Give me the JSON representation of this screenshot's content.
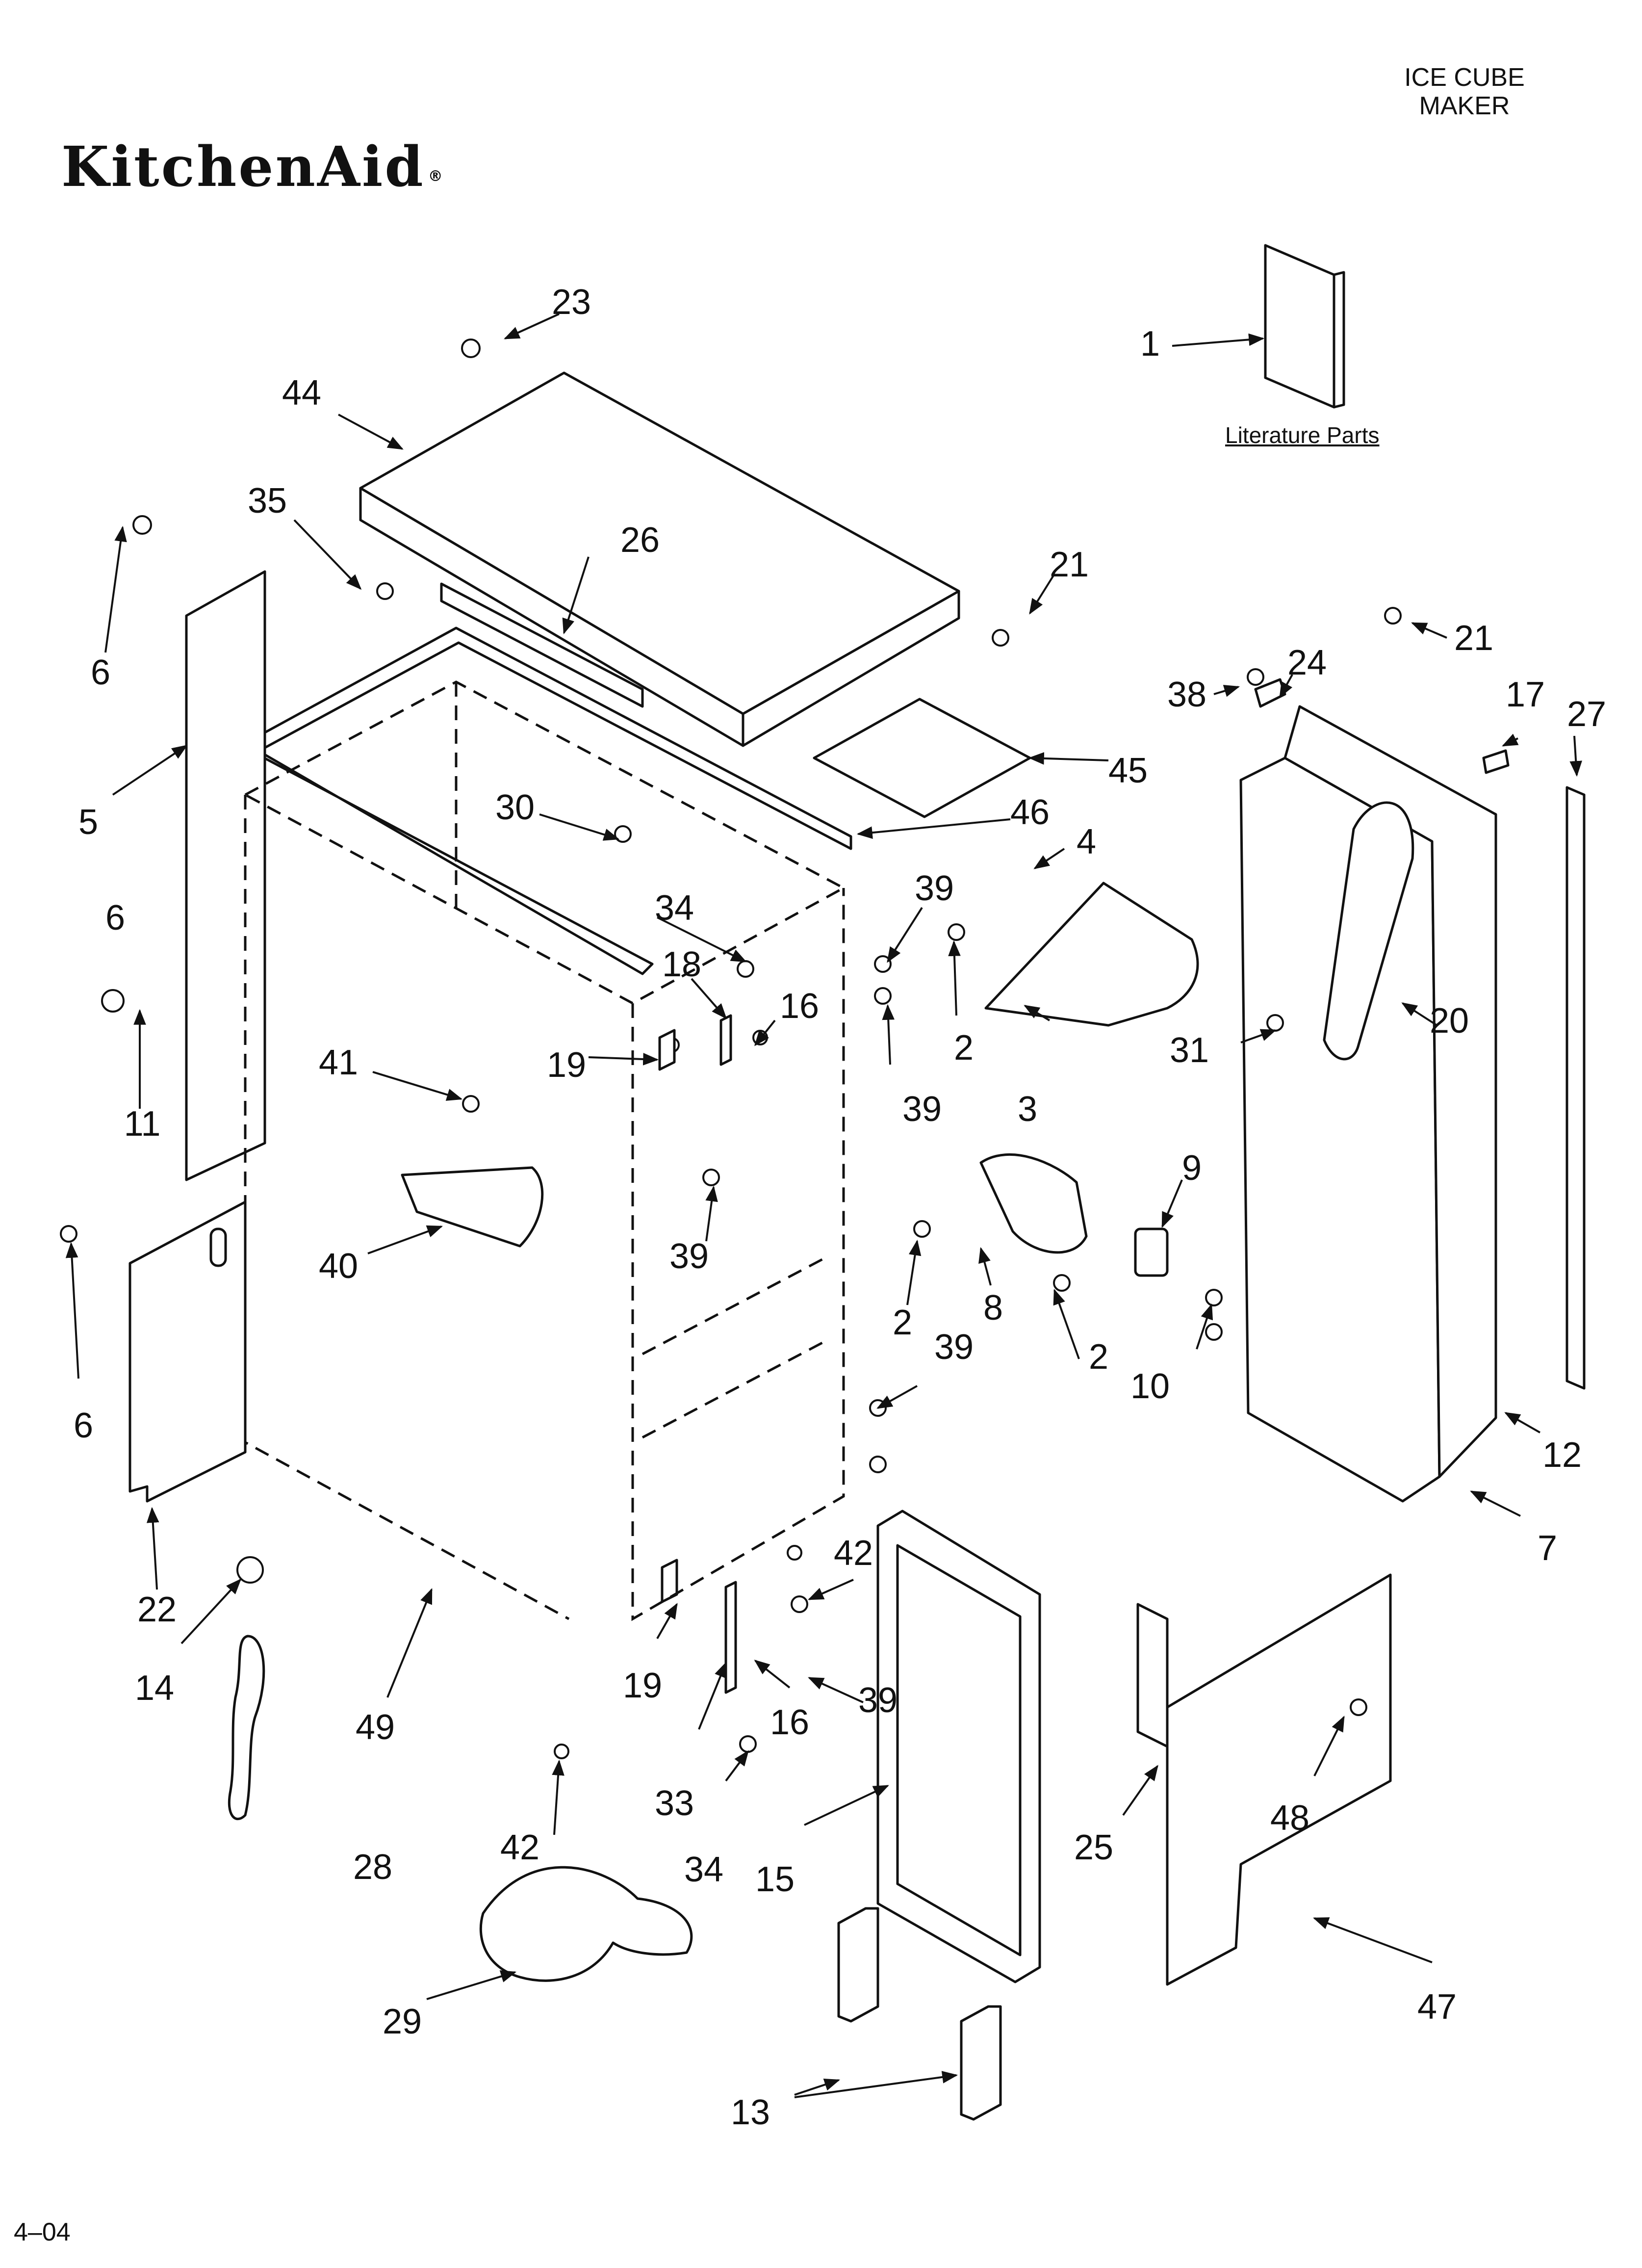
{
  "brand": {
    "logo_text": "KitchenAid",
    "reg_mark": "®"
  },
  "header": {
    "model_line_1": "ICE CUBE",
    "model_line_2": "MAKER"
  },
  "literature_caption": "Literature Parts",
  "footer": {
    "revision": "4–04"
  },
  "callouts": [
    {
      "id": "c1",
      "text": "1"
    },
    {
      "id": "c2",
      "text": "23"
    },
    {
      "id": "c3",
      "text": "44"
    },
    {
      "id": "c4",
      "text": "35"
    },
    {
      "id": "c5",
      "text": "26"
    },
    {
      "id": "c6",
      "text": "21"
    },
    {
      "id": "c7",
      "text": "6"
    },
    {
      "id": "c8",
      "text": "21"
    },
    {
      "id": "c9",
      "text": "38"
    },
    {
      "id": "c10",
      "text": "24"
    },
    {
      "id": "c11",
      "text": "17"
    },
    {
      "id": "c12",
      "text": "27"
    },
    {
      "id": "c13",
      "text": "45"
    },
    {
      "id": "c14",
      "text": "5"
    },
    {
      "id": "c15",
      "text": "30"
    },
    {
      "id": "c16",
      "text": "46"
    },
    {
      "id": "c17",
      "text": "4"
    },
    {
      "id": "c18",
      "text": "6"
    },
    {
      "id": "c19",
      "text": "34"
    },
    {
      "id": "c20",
      "text": "39"
    },
    {
      "id": "c21",
      "text": "18"
    },
    {
      "id": "c22",
      "text": "16"
    },
    {
      "id": "c23",
      "text": "41"
    },
    {
      "id": "c24",
      "text": "19"
    },
    {
      "id": "c25",
      "text": "2"
    },
    {
      "id": "c26",
      "text": "31"
    },
    {
      "id": "c27",
      "text": "20"
    },
    {
      "id": "c28",
      "text": "11"
    },
    {
      "id": "c29",
      "text": "39"
    },
    {
      "id": "c30",
      "text": "3"
    },
    {
      "id": "c31",
      "text": "9"
    },
    {
      "id": "c32",
      "text": "40"
    },
    {
      "id": "c33",
      "text": "39"
    },
    {
      "id": "c34",
      "text": "6"
    },
    {
      "id": "c35",
      "text": "2"
    },
    {
      "id": "c36",
      "text": "8"
    },
    {
      "id": "c37",
      "text": "2"
    },
    {
      "id": "c38",
      "text": "10"
    },
    {
      "id": "c39",
      "text": "39"
    },
    {
      "id": "c40",
      "text": "12"
    },
    {
      "id": "c41",
      "text": "7"
    },
    {
      "id": "c42",
      "text": "22"
    },
    {
      "id": "c43",
      "text": "42"
    },
    {
      "id": "c44",
      "text": "14"
    },
    {
      "id": "c45",
      "text": "19"
    },
    {
      "id": "c46",
      "text": "16"
    },
    {
      "id": "c47",
      "text": "39"
    },
    {
      "id": "c48",
      "text": "49"
    },
    {
      "id": "c49",
      "text": "33"
    },
    {
      "id": "c50",
      "text": "48"
    },
    {
      "id": "c51",
      "text": "42"
    },
    {
      "id": "c52",
      "text": "25"
    },
    {
      "id": "c53",
      "text": "28"
    },
    {
      "id": "c54",
      "text": "34"
    },
    {
      "id": "c55",
      "text": "15"
    },
    {
      "id": "c56",
      "text": "47"
    },
    {
      "id": "c57",
      "text": "29"
    },
    {
      "id": "c58",
      "text": "13"
    }
  ]
}
